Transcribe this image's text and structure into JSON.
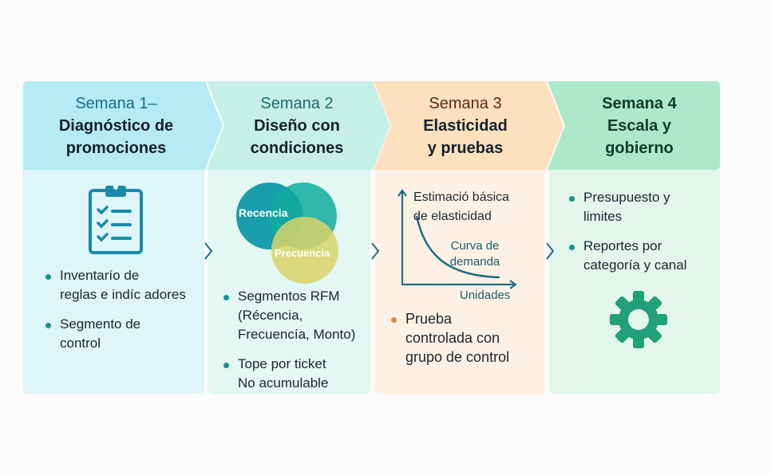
{
  "colors": {
    "week1_header": "#b6ebf5",
    "week1_body": "#def5fa",
    "week1_label": "#1a6d88",
    "week2_header": "#c6efe6",
    "week2_body": "#e3f7f3",
    "week2_label": "#1a6b6e",
    "week3_header": "#fde0bd",
    "week3_body": "#fdf1e5",
    "week3_label": "#5a2a14",
    "week4_header": "#ade8cc",
    "week4_body": "#e2f6ec",
    "week4_label": "#103a2a",
    "teal_icon": "#1a8aa8",
    "gear": "#22a079",
    "bullet_teal": "#16928f",
    "bullet_orange": "#d98c4a",
    "arrow": "#1f6f86"
  },
  "weeks": [
    {
      "label": "Semana 1–",
      "title": "Diagnóstico de\npromociones",
      "icon": "clipboard-checklist-icon",
      "bullets": [
        "Inventarío de\nreglas e indíc adores",
        "Segmento de\ncontrol"
      ]
    },
    {
      "label": "Semana 2",
      "title": "Diseño con\ncondiciones",
      "icon": "venn-diagram-icon",
      "venn_labels": [
        "Recencia",
        "Precuencia"
      ],
      "bullets": [
        "Segmentos RFM\n(Récencia,\nFrecuencía, Monto)",
        "Tope por ticket\nNo acumulable"
      ]
    },
    {
      "label": "Semana 3",
      "title": "Elasticidad\ny pruebas",
      "icon": "demand-curve-icon",
      "chart_title": "Estimació básica\nde elasticidad",
      "curve_label": "Curva de\ndemanda",
      "x_axis_label": "Unidades",
      "bullets": [
        "Prueba\ncontrolada con\ngrupo de control"
      ]
    },
    {
      "label": "Semana 4",
      "title": "Escala y\ngobierno",
      "icon": "gear-icon",
      "bullets": [
        "Presupuesto y\nlimites",
        "Reportes por\ncategoría y canal"
      ]
    }
  ]
}
